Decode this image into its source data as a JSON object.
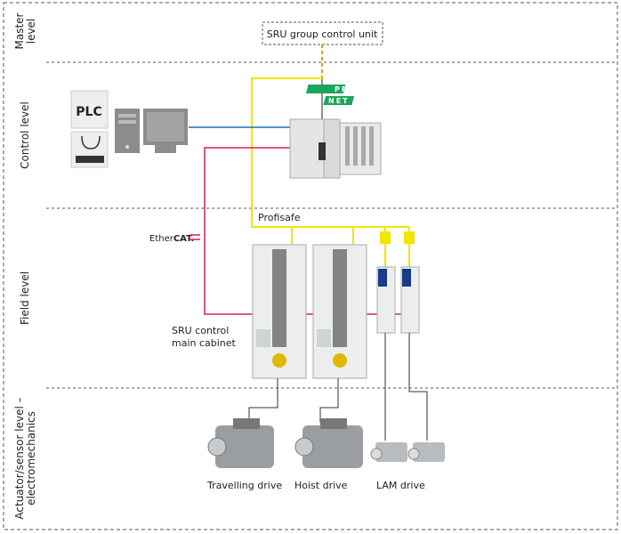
{
  "levels": {
    "master": [
      "Master",
      "level"
    ],
    "control": "Control level",
    "field": "Field level",
    "actuator": [
      "Actuator/sensor level –",
      "electromechanics"
    ]
  },
  "nodes": {
    "group_control": "SRU group control unit",
    "plc": "PLC",
    "profinet": [
      "PROFI",
      "NET"
    ],
    "profisafe": "Profisafe",
    "ethercat_prefix": "Ether",
    "ethercat_suffix": "CAT.",
    "cabinet": [
      "SRU control",
      "main cabinet"
    ]
  },
  "drives": [
    "Travelling drive",
    "Hoist drive",
    "LAM drive"
  ],
  "colors": {
    "profinet_line": "#1f6fb5",
    "ethercat_line": "#d6204e",
    "profisafe_line": "#f2e600",
    "profinet_logo": "#1aa55a"
  }
}
